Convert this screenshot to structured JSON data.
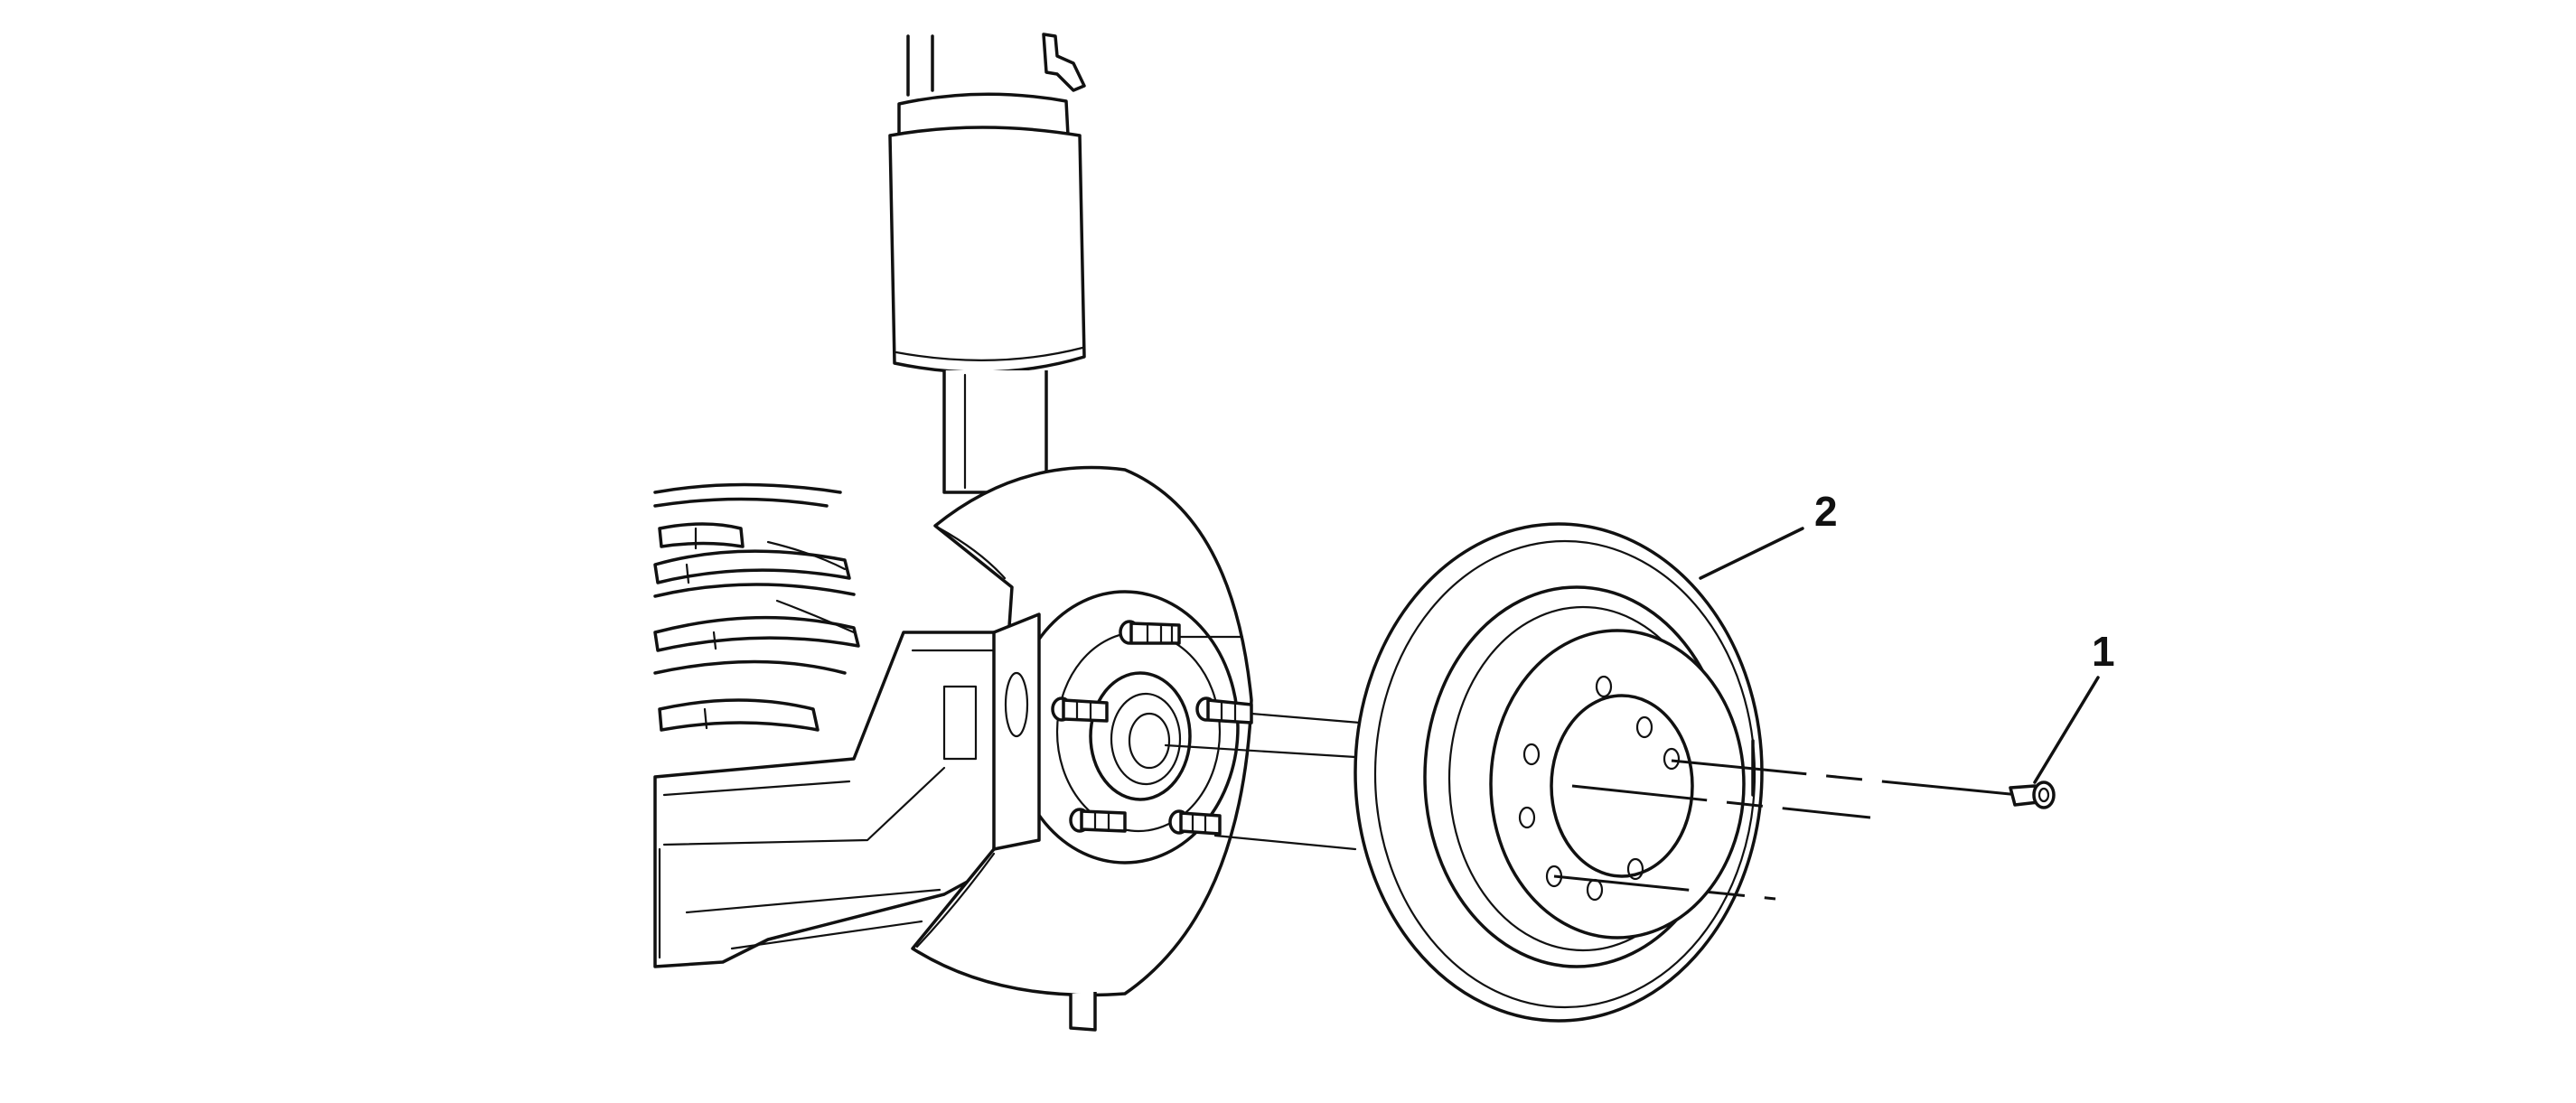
{
  "diagram": {
    "callouts": [
      {
        "number": "1",
        "part": "bolt"
      },
      {
        "number": "2",
        "part": "brake-rotor"
      }
    ]
  }
}
